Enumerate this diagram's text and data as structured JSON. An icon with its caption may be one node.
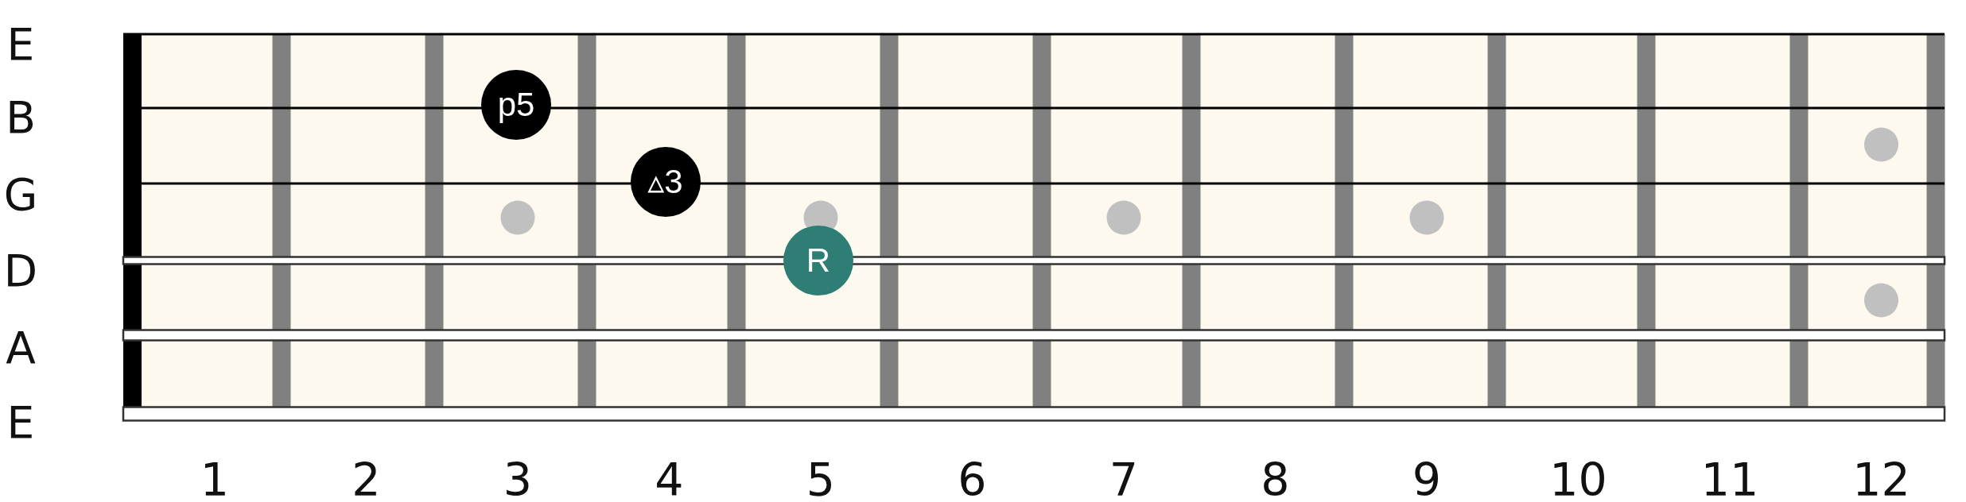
{
  "diagram": {
    "nodes": [
      {
        "text": [
          "p5"
        ]
      },
      {
        "text": [
          "▵3"
        ]
      },
      {
        "text": [
          "R"
        ]
      }
    ],
    "labels": [
      "E",
      "B",
      "G",
      "D",
      "A",
      "E",
      "1",
      "2",
      "3",
      "4",
      "5",
      "6",
      "7",
      "8",
      "9",
      "10",
      "11",
      "12"
    ]
  }
}
